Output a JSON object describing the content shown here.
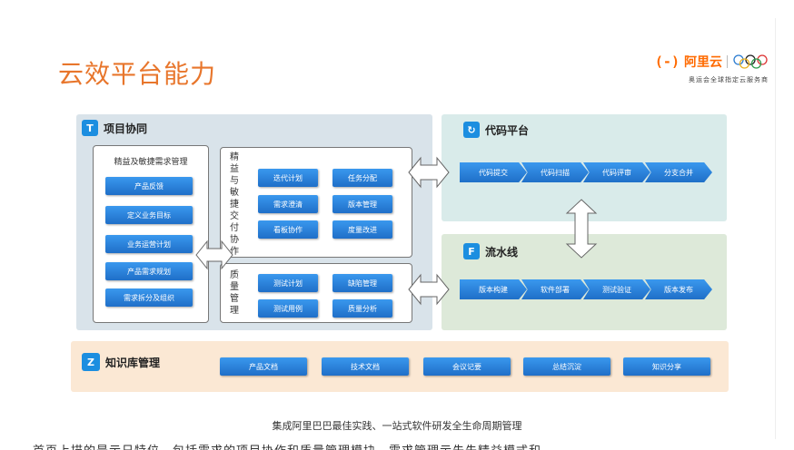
{
  "title": "云效平台能力",
  "logo": {
    "mark": "(-)",
    "name": "阿里云",
    "subtitle": "奥运会全球指定云服务商"
  },
  "colors": {
    "title": "#e8762c",
    "brand": "#ff6a00",
    "button": "#2a84da",
    "project_bg": "#d9e3ea",
    "code_bg": "#d9ebea",
    "pipeline_bg": "#dde9d9",
    "knowledge_bg": "#fbe8d4"
  },
  "project": {
    "label": "项目协同",
    "icon": "project-t-icon",
    "requirements": {
      "title": "精益及敏捷需求管理",
      "items": [
        "产品反馈",
        "定义业务目标",
        "业务运营计划",
        "产品需求规划",
        "需求拆分及组织"
      ]
    },
    "agile": {
      "label": "精益与敏捷交付协作",
      "items": [
        "迭代计划",
        "任务分配",
        "需求澄清",
        "版本管理",
        "看板协作",
        "度量改进"
      ]
    },
    "quality": {
      "label": "质量管理",
      "items": [
        "测试计划",
        "缺陷管理",
        "测试用例",
        "质量分析"
      ]
    }
  },
  "code": {
    "label": "代码平台",
    "icon": "code-refresh-icon",
    "steps": [
      "代码提交",
      "代码扫描",
      "代码评审",
      "分支合并"
    ]
  },
  "pipeline": {
    "label": "流水线",
    "icon": "pipeline-f-icon",
    "steps": [
      "版本构建",
      "软件部署",
      "测试验证",
      "版本发布"
    ]
  },
  "knowledge": {
    "label": "知识库管理",
    "icon": "knowledge-z-icon",
    "items": [
      "产品文档",
      "技术文档",
      "会议记要",
      "总结沉淀",
      "知识分享"
    ]
  },
  "caption": "集成阿里巴巴最佳实践、一站式软件研发全生命周期管理",
  "cut_text": "首页上描的是示日特位，包括需求的项目协作和质量管理模块，需求管理示先先精益模式和"
}
